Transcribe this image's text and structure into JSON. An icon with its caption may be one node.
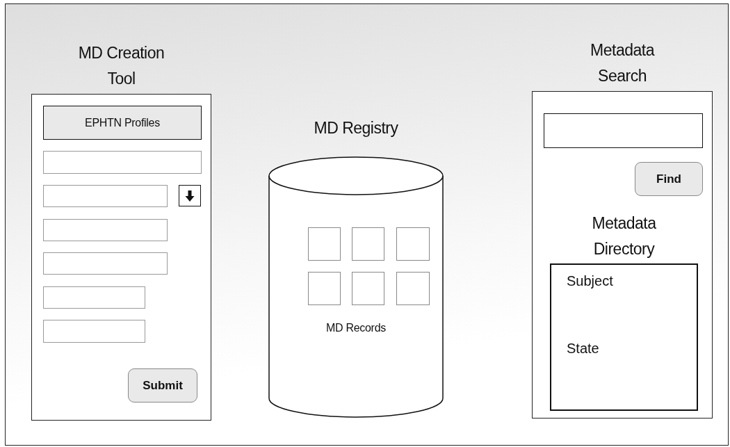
{
  "diagram": {
    "nodes": [
      {
        "text": [
          "MD Creation Tool"
        ]
      },
      {
        "text": [
          "EPHTN Profiles"
        ],
        "in": 0
      },
      {
        "text": [],
        "shape": "box",
        "in": 0
      },
      {
        "text": [],
        "shape": "box",
        "in": 0
      },
      {
        "text": [],
        "shape": "box",
        "in": 0
      },
      {
        "text": [],
        "shape": "box",
        "in": 0
      },
      {
        "text": [],
        "shape": "box",
        "in": 0
      },
      {
        "text": [],
        "shape": "box",
        "in": 0
      },
      {
        "text": [
          "Submit"
        ],
        "in": 0
      },
      {
        "text": [
          "MD Registry",
          "MD Records"
        ]
      },
      {
        "text": [],
        "shape": "box",
        "in": 9
      },
      {
        "text": [],
        "shape": "box",
        "in": 9
      },
      {
        "text": [],
        "shape": "box",
        "in": 9
      },
      {
        "text": [],
        "shape": "box",
        "in": 9
      },
      {
        "text": [],
        "shape": "box",
        "in": 9
      },
      {
        "text": [],
        "shape": "box",
        "in": 9
      },
      {
        "text": [
          "Metadata Search"
        ]
      },
      {
        "text": [],
        "shape": "box",
        "in": 16
      },
      {
        "text": [
          "Find"
        ],
        "in": 16
      },
      {
        "text": [
          "Metadata Directory",
          "Subject",
          "State"
        ],
        "in": 16
      }
    ]
  }
}
